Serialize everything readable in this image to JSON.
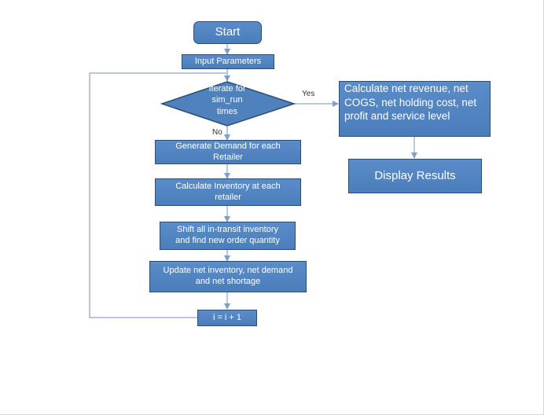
{
  "flowchart": {
    "start": "Start",
    "input": "Input Parameters",
    "decision": [
      "Iterate for",
      "sim_run",
      "times"
    ],
    "yes_label": "Yes",
    "no_label": "No",
    "generate": [
      "Generate Demand for each",
      "Retailer"
    ],
    "calc_inventory": [
      "Calculate Inventory at each",
      "retailer"
    ],
    "shift": [
      "Shift all in-transit inventory",
      "and find new order quantity"
    ],
    "update": [
      "Update net inventory, net demand",
      "and net shortage"
    ],
    "increment": "i = i + 1",
    "calc_net": [
      "Calculate net revenue,  net",
      "COGS, net holding cost, net",
      "profit and service level"
    ],
    "display": "Display Results"
  },
  "colors": {
    "box_fill": "#4f81bd",
    "box_border": "#2c4d75",
    "connector": "#9fb7d6",
    "text": "#ffffff"
  }
}
